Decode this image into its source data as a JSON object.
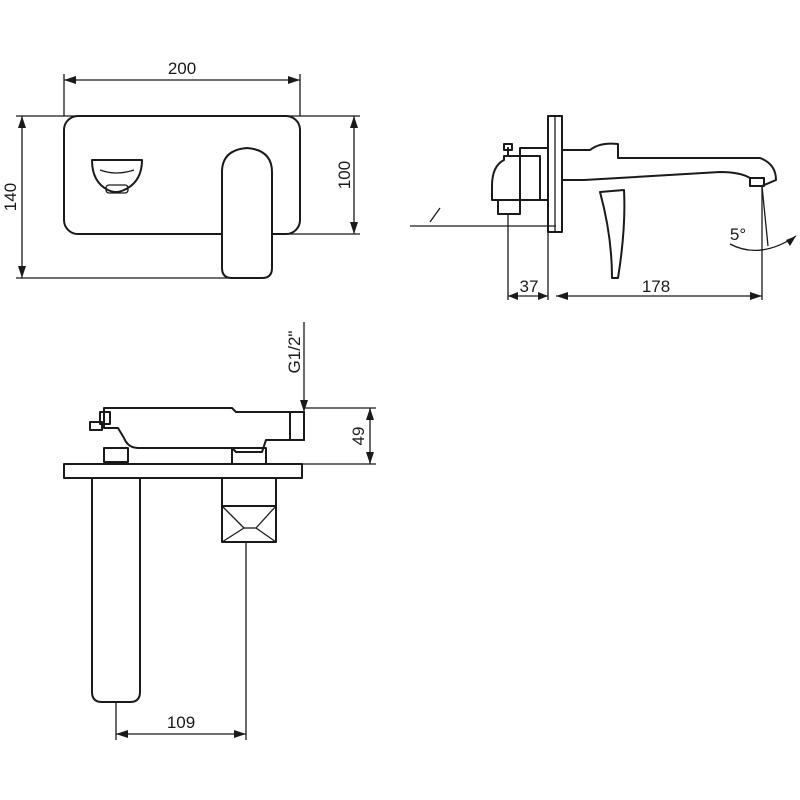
{
  "front_view": {
    "width_label": "200",
    "height_label": "140",
    "inner_height_label": "100"
  },
  "side_view": {
    "depth_label": "37",
    "spout_reach_label": "178",
    "angle_label": "5°"
  },
  "top_view": {
    "thread_label": "G1/2\"",
    "height_label": "49",
    "offset_label": "109"
  }
}
